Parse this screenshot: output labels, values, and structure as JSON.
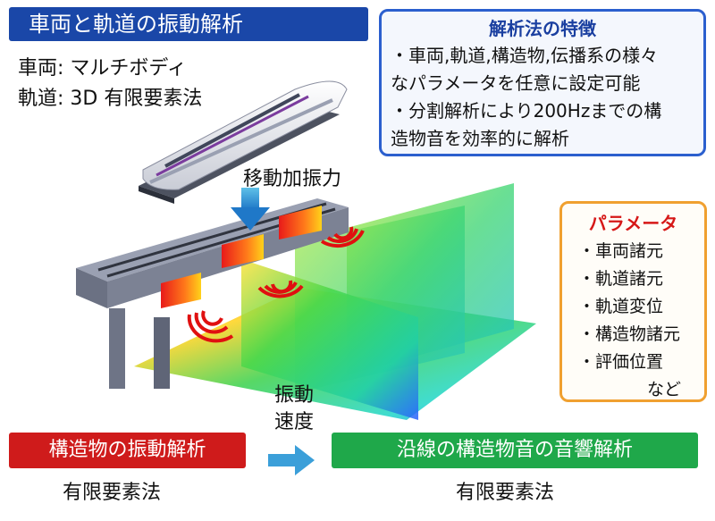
{
  "title": "車両と軌道の振動解析",
  "specs": {
    "vehicle": "車両: マルチボディ",
    "track": "軌道: 3D 有限要素法"
  },
  "features": {
    "heading": "解析法の特徴",
    "lines": [
      "・車両,軌道,構造物,伝播系の様々",
      "なパラメータを任意に設定可能",
      "・分割解析により200Hzまでの構",
      "造物音を効率的に解析"
    ]
  },
  "moving_force_label": "移動加振力",
  "velocity_label": [
    "振動",
    "速度"
  ],
  "parameters": {
    "heading": "パラメータ",
    "items": [
      "・車両諸元",
      "・軌道諸元",
      "・軌道変位",
      "・構造物諸元",
      "・評価位置"
    ],
    "etc": "など"
  },
  "structure_analysis": {
    "title": "構造物の振動解析",
    "method": "有限要素法"
  },
  "acoustic_analysis": {
    "title": "沿線の構造物音の音響解析",
    "method": "有限要素法"
  },
  "colors": {
    "blue_header": "#1a47a8",
    "red_header": "#cf1b1b",
    "green_header": "#1fa84a",
    "param_border": "#f0a030"
  }
}
